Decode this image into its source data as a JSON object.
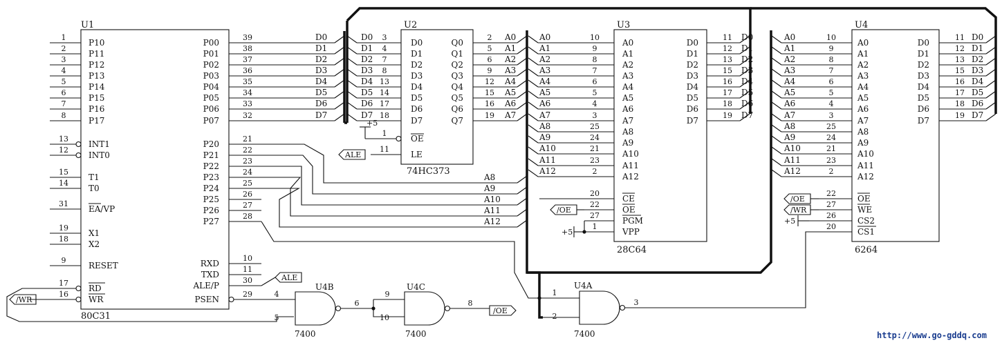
{
  "chips": {
    "u1": {
      "ref": "U1",
      "part": "80C31",
      "left_pins": [
        {
          "num": "1",
          "name": "P10"
        },
        {
          "num": "2",
          "name": "P11"
        },
        {
          "num": "3",
          "name": "P12"
        },
        {
          "num": "4",
          "name": "P13"
        },
        {
          "num": "5",
          "name": "P14"
        },
        {
          "num": "6",
          "name": "P15"
        },
        {
          "num": "7",
          "name": "P16"
        },
        {
          "num": "8",
          "name": "P17"
        },
        {
          "num": "13",
          "name": "INT1"
        },
        {
          "num": "12",
          "name": "INT0"
        },
        {
          "num": "15",
          "name": "T1"
        },
        {
          "num": "14",
          "name": "T0"
        },
        {
          "num": "31",
          "name": "EA/VP"
        },
        {
          "num": "19",
          "name": "X1"
        },
        {
          "num": "18",
          "name": "X2"
        },
        {
          "num": "9",
          "name": "RESET"
        },
        {
          "num": "17",
          "name": "RD"
        },
        {
          "num": "16",
          "name": "WR"
        }
      ],
      "right_pins": [
        {
          "num": "39",
          "name": "P00"
        },
        {
          "num": "38",
          "name": "P01"
        },
        {
          "num": "37",
          "name": "P02"
        },
        {
          "num": "36",
          "name": "P03"
        },
        {
          "num": "35",
          "name": "P04"
        },
        {
          "num": "34",
          "name": "P05"
        },
        {
          "num": "33",
          "name": "P06"
        },
        {
          "num": "32",
          "name": "P07"
        },
        {
          "num": "21",
          "name": "P20"
        },
        {
          "num": "22",
          "name": "P21"
        },
        {
          "num": "23",
          "name": "P22"
        },
        {
          "num": "24",
          "name": "P23"
        },
        {
          "num": "25",
          "name": "P24"
        },
        {
          "num": "26",
          "name": "P25"
        },
        {
          "num": "27",
          "name": "P26"
        },
        {
          "num": "28",
          "name": "P27"
        },
        {
          "num": "10",
          "name": "RXD"
        },
        {
          "num": "11",
          "name": "TXD"
        },
        {
          "num": "30",
          "name": "ALE/P"
        },
        {
          "num": "29",
          "name": "PSEN"
        }
      ],
      "data_nets": [
        "D0",
        "D1",
        "D2",
        "D3",
        "D4",
        "D5",
        "D6",
        "D7"
      ],
      "addr_nets": [
        "A8",
        "A9",
        "A10",
        "A11",
        "A12"
      ]
    },
    "u2": {
      "ref": "U2",
      "part": "74HC373",
      "d_pins": [
        {
          "num": "3",
          "name": "D0",
          "net": "D0"
        },
        {
          "num": "4",
          "name": "D1",
          "net": "D1"
        },
        {
          "num": "7",
          "name": "D2",
          "net": "D2"
        },
        {
          "num": "8",
          "name": "D3",
          "net": "D3"
        },
        {
          "num": "13",
          "name": "D4",
          "net": "D4"
        },
        {
          "num": "14",
          "name": "D5",
          "net": "D5"
        },
        {
          "num": "17",
          "name": "D6",
          "net": "D6"
        },
        {
          "num": "18",
          "name": "D7",
          "net": "D7"
        }
      ],
      "q_pins": [
        {
          "num": "2",
          "name": "Q0",
          "net": "A0"
        },
        {
          "num": "5",
          "name": "Q1",
          "net": "A1"
        },
        {
          "num": "6",
          "name": "Q2",
          "net": "A2"
        },
        {
          "num": "9",
          "name": "Q3",
          "net": "A3"
        },
        {
          "num": "12",
          "name": "Q4",
          "net": "A4"
        },
        {
          "num": "15",
          "name": "Q5",
          "net": "A5"
        },
        {
          "num": "16",
          "name": "Q6",
          "net": "A6"
        },
        {
          "num": "19",
          "name": "Q7",
          "net": "A7"
        }
      ],
      "oe": {
        "num": "1",
        "name": "OE",
        "supply": "+5"
      },
      "le": {
        "num": "11",
        "name": "LE",
        "net": "ALE"
      }
    },
    "u3": {
      "ref": "U3",
      "part": "28C64",
      "addr_pins": [
        {
          "net": "A0",
          "num": "10",
          "name": "A0"
        },
        {
          "net": "A1",
          "num": "9",
          "name": "A1"
        },
        {
          "net": "A2",
          "num": "8",
          "name": "A2"
        },
        {
          "net": "A3",
          "num": "7",
          "name": "A3"
        },
        {
          "net": "A4",
          "num": "6",
          "name": "A4"
        },
        {
          "net": "A5",
          "num": "5",
          "name": "A5"
        },
        {
          "net": "A6",
          "num": "4",
          "name": "A6"
        },
        {
          "net": "A7",
          "num": "3",
          "name": "A7"
        },
        {
          "net": "A8",
          "num": "25",
          "name": "A8"
        },
        {
          "net": "A9",
          "num": "24",
          "name": "A9"
        },
        {
          "net": "A10",
          "num": "21",
          "name": "A10"
        },
        {
          "net": "A11",
          "num": "23",
          "name": "A11"
        },
        {
          "net": "A12",
          "num": "2",
          "name": "A12"
        }
      ],
      "data_pins": [
        {
          "name": "D0",
          "num": "11",
          "net": "D0"
        },
        {
          "name": "D1",
          "num": "12",
          "net": "D1"
        },
        {
          "name": "D2",
          "num": "13",
          "net": "D2"
        },
        {
          "name": "D3",
          "num": "15",
          "net": "D3"
        },
        {
          "name": "D4",
          "num": "16",
          "net": "D4"
        },
        {
          "name": "D5",
          "num": "17",
          "net": "D5"
        },
        {
          "name": "D6",
          "num": "18",
          "net": "D6"
        },
        {
          "name": "D7",
          "num": "19",
          "net": "D7"
        }
      ],
      "ctrl_pins": [
        {
          "num": "20",
          "name": "CE",
          "net": ""
        },
        {
          "num": "22",
          "name": "OE",
          "net": "/OE"
        },
        {
          "num": "27",
          "name": "PGM",
          "net": ""
        },
        {
          "num": "1",
          "name": "VPP",
          "net": "+5"
        }
      ]
    },
    "u4": {
      "ref": "U4",
      "part": "6264",
      "addr_pins": [
        {
          "net": "A0",
          "num": "10",
          "name": "A0"
        },
        {
          "net": "A1",
          "num": "9",
          "name": "A1"
        },
        {
          "net": "A2",
          "num": "8",
          "name": "A2"
        },
        {
          "net": "A3",
          "num": "7",
          "name": "A3"
        },
        {
          "net": "A4",
          "num": "6",
          "name": "A4"
        },
        {
          "net": "A5",
          "num": "5",
          "name": "A5"
        },
        {
          "net": "A6",
          "num": "4",
          "name": "A6"
        },
        {
          "net": "A7",
          "num": "3",
          "name": "A7"
        },
        {
          "net": "A8",
          "num": "25",
          "name": "A8"
        },
        {
          "net": "A9",
          "num": "24",
          "name": "A9"
        },
        {
          "net": "A10",
          "num": "21",
          "name": "A10"
        },
        {
          "net": "A11",
          "num": "23",
          "name": "A11"
        },
        {
          "net": "A12",
          "num": "2",
          "name": "A12"
        }
      ],
      "data_pins": [
        {
          "name": "D0",
          "num": "11",
          "net": "D0"
        },
        {
          "name": "D1",
          "num": "12",
          "net": "D1"
        },
        {
          "name": "D2",
          "num": "13",
          "net": "D2"
        },
        {
          "name": "D3",
          "num": "15",
          "net": "D3"
        },
        {
          "name": "D4",
          "num": "16",
          "net": "D4"
        },
        {
          "name": "D5",
          "num": "17",
          "net": "D5"
        },
        {
          "name": "D6",
          "num": "18",
          "net": "D6"
        },
        {
          "name": "D7",
          "num": "19",
          "net": "D7"
        }
      ],
      "ctrl_pins": [
        {
          "num": "22",
          "name": "OE",
          "net": "/OE"
        },
        {
          "num": "27",
          "name": "WE",
          "net": "/WR"
        },
        {
          "num": "26",
          "name": "CS2",
          "net": "+5"
        },
        {
          "num": "20",
          "name": "CS1",
          "net": ""
        }
      ]
    }
  },
  "gates": [
    {
      "ref": "U4B",
      "part": "7400",
      "in_a": "4",
      "in_b": "5",
      "out": "6"
    },
    {
      "ref": "U4C",
      "part": "7400",
      "in_a": "9",
      "in_b": "10",
      "out": "8"
    },
    {
      "ref": "U4A",
      "part": "7400",
      "in_a": "1",
      "in_b": "2",
      "out": "3"
    }
  ],
  "net_labels": {
    "ale": "ALE",
    "oe": "/OE",
    "wr": "/WR",
    "vcc": "+5"
  },
  "watermark": "http://www.go-gddq.com"
}
